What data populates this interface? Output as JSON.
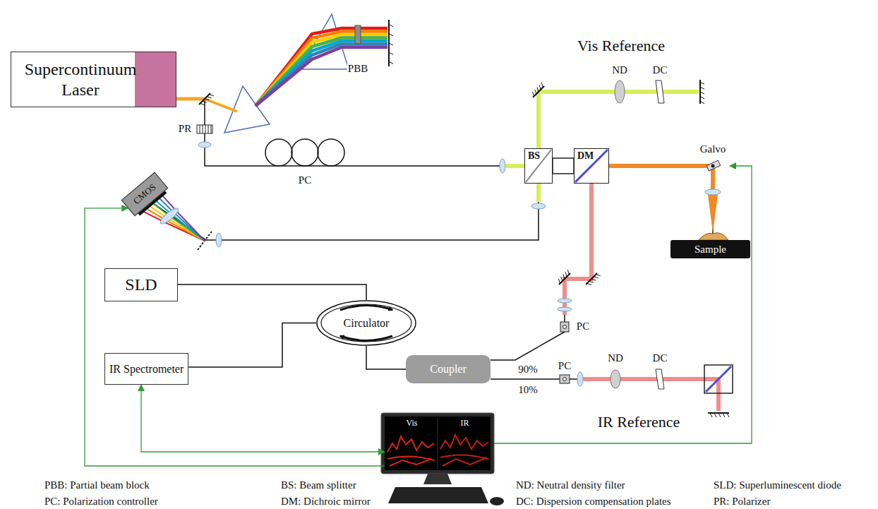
{
  "diagram": {
    "nodes": [
      {
        "text": [
          "Supercontinuum Laser"
        ]
      },
      {
        "text": [
          "BS"
        ]
      },
      {
        "text": [
          "DM"
        ]
      },
      {
        "text": [
          "Sample"
        ]
      },
      {
        "text": [
          "CMOS"
        ]
      },
      {
        "text": [
          "SLD"
        ]
      },
      {
        "text": [
          "Circulator"
        ]
      },
      {
        "text": [
          "IR Spectrometer"
        ]
      },
      {
        "text": [
          "Coupler"
        ]
      },
      {
        "text": [
          "Vis",
          "IR"
        ]
      }
    ],
    "edges": [
      {
        "from": 0,
        "to": 1,
        "arrow": "none"
      },
      {
        "from": 1,
        "to": 4,
        "arrow": "none"
      },
      {
        "from": 2,
        "to": 3,
        "arrow": "none"
      },
      {
        "from": 5,
        "to": 6,
        "arrow": "none"
      },
      {
        "from": 6,
        "to": 7,
        "arrow": "none"
      },
      {
        "from": 6,
        "to": 8,
        "arrow": "none"
      },
      {
        "from": 8,
        "to": 2,
        "arrow": "none"
      },
      {
        "from": 9,
        "to": 4,
        "arrow": "to"
      },
      {
        "from": 9,
        "to": 7,
        "arrow": "both"
      }
    ],
    "labels": [
      "Vis Reference",
      "ND",
      "DC",
      "PBB",
      "PR",
      "PC",
      "Galvo",
      "PC",
      "90%",
      "10%",
      "PC",
      "ND",
      "DC",
      "IR Reference",
      "PBB: Partial beam block",
      "PC: Polarization controller",
      "BS: Beam splitter",
      "DM: Dichroic mirror",
      "ND: Neutral density filter",
      "DC: Dispersion compensation plates",
      "SLD: Superluminescent diode",
      "PR: Polarizer"
    ]
  }
}
